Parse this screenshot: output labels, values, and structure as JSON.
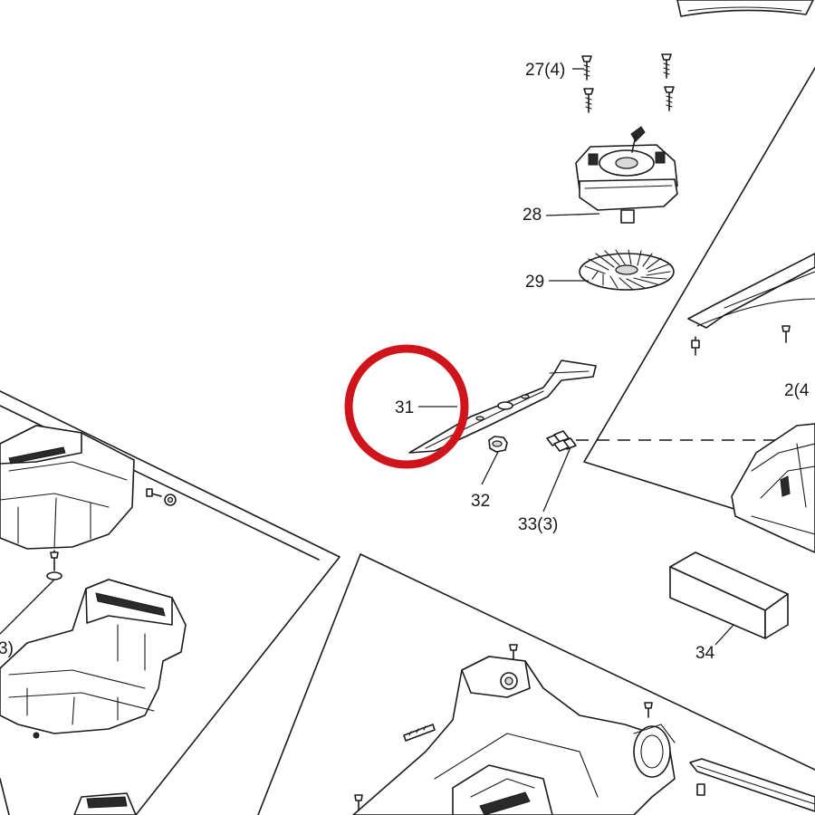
{
  "callouts": {
    "c27": "27(4)",
    "c28": "28",
    "c29": "29",
    "c31": "31",
    "c32": "32",
    "c33": "33(3)",
    "c34": "34",
    "c2partial": "2(4",
    "c_left_partial": "3)"
  },
  "highlight": {
    "target": "31",
    "color": "#d0141c"
  }
}
